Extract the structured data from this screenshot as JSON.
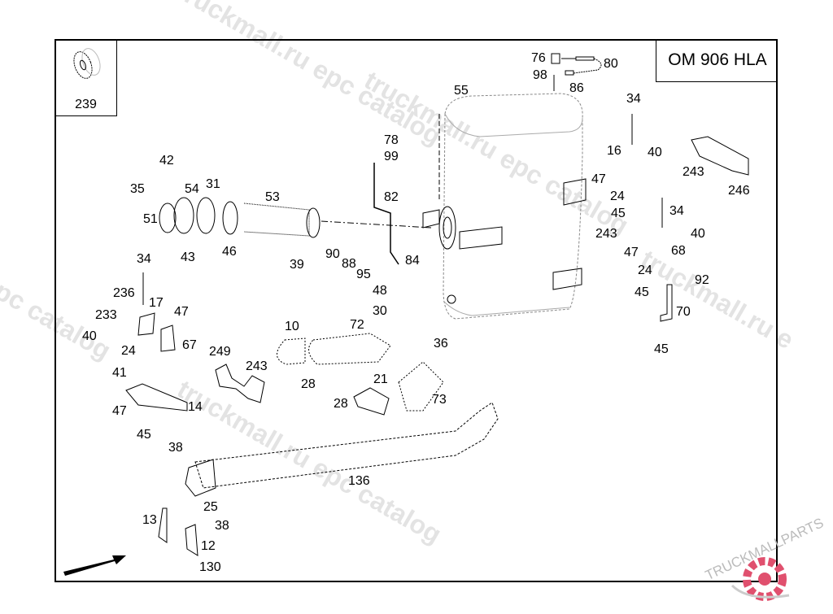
{
  "diagram": {
    "model_label": "OM 906 HLA",
    "thumbnail_part": "239",
    "callouts": [
      {
        "id": "c76",
        "text": "76"
      },
      {
        "id": "c80",
        "text": "80"
      },
      {
        "id": "c98",
        "text": "98"
      },
      {
        "id": "c86",
        "text": "86"
      },
      {
        "id": "c55",
        "text": "55"
      },
      {
        "id": "c34a",
        "text": "34"
      },
      {
        "id": "c16",
        "text": "16"
      },
      {
        "id": "c40a",
        "text": "40"
      },
      {
        "id": "c243a",
        "text": "243"
      },
      {
        "id": "c246",
        "text": "246"
      },
      {
        "id": "c47a",
        "text": "47"
      },
      {
        "id": "c24a",
        "text": "24"
      },
      {
        "id": "c45a",
        "text": "45"
      },
      {
        "id": "c34b",
        "text": "34"
      },
      {
        "id": "c243b",
        "text": "243"
      },
      {
        "id": "c40b",
        "text": "40"
      },
      {
        "id": "c47b",
        "text": "47"
      },
      {
        "id": "c68",
        "text": "68"
      },
      {
        "id": "c24b",
        "text": "24"
      },
      {
        "id": "c92",
        "text": "92"
      },
      {
        "id": "c45b",
        "text": "45"
      },
      {
        "id": "c70",
        "text": "70"
      },
      {
        "id": "c45c",
        "text": "45"
      },
      {
        "id": "c78",
        "text": "78"
      },
      {
        "id": "c99",
        "text": "99"
      },
      {
        "id": "c82",
        "text": "82"
      },
      {
        "id": "c90",
        "text": "90"
      },
      {
        "id": "c88",
        "text": "88"
      },
      {
        "id": "c95",
        "text": "95"
      },
      {
        "id": "c84",
        "text": "84"
      },
      {
        "id": "c48",
        "text": "48"
      },
      {
        "id": "c30",
        "text": "30"
      },
      {
        "id": "c36",
        "text": "36"
      },
      {
        "id": "c42",
        "text": "42"
      },
      {
        "id": "c35",
        "text": "35"
      },
      {
        "id": "c54",
        "text": "54"
      },
      {
        "id": "c31",
        "text": "31"
      },
      {
        "id": "c53",
        "text": "53"
      },
      {
        "id": "c51",
        "text": "51"
      },
      {
        "id": "c43",
        "text": "43"
      },
      {
        "id": "c46",
        "text": "46"
      },
      {
        "id": "c39",
        "text": "39"
      },
      {
        "id": "c34c",
        "text": "34"
      },
      {
        "id": "c236",
        "text": "236"
      },
      {
        "id": "c17",
        "text": "17"
      },
      {
        "id": "c233",
        "text": "233"
      },
      {
        "id": "c47c",
        "text": "47"
      },
      {
        "id": "c40c",
        "text": "40"
      },
      {
        "id": "c67",
        "text": "67"
      },
      {
        "id": "c24c",
        "text": "24"
      },
      {
        "id": "c41",
        "text": "41"
      },
      {
        "id": "c14",
        "text": "14"
      },
      {
        "id": "c47d",
        "text": "47"
      },
      {
        "id": "c45d",
        "text": "45"
      },
      {
        "id": "c10",
        "text": "10"
      },
      {
        "id": "c72",
        "text": "72"
      },
      {
        "id": "c249",
        "text": "249"
      },
      {
        "id": "c243c",
        "text": "243"
      },
      {
        "id": "c28a",
        "text": "28"
      },
      {
        "id": "c21",
        "text": "21"
      },
      {
        "id": "c28b",
        "text": "28"
      },
      {
        "id": "c73",
        "text": "73"
      },
      {
        "id": "c136",
        "text": "136"
      },
      {
        "id": "c38a",
        "text": "38"
      },
      {
        "id": "c25",
        "text": "25"
      },
      {
        "id": "c13",
        "text": "13"
      },
      {
        "id": "c38b",
        "text": "38"
      },
      {
        "id": "c12",
        "text": "12"
      },
      {
        "id": "c130",
        "text": "130"
      }
    ]
  },
  "watermark": {
    "text_1": "truckmall.ru epc catalog",
    "text_2": "truckmall.ru epc catalog",
    "text_3": "truckmall.ru epc catalog",
    "text_4": "epc catalog",
    "text_5": "truckmall.ru e"
  },
  "logo": {
    "text": "TRUCKMALLPARTS",
    "accent": "#e0506e"
  }
}
